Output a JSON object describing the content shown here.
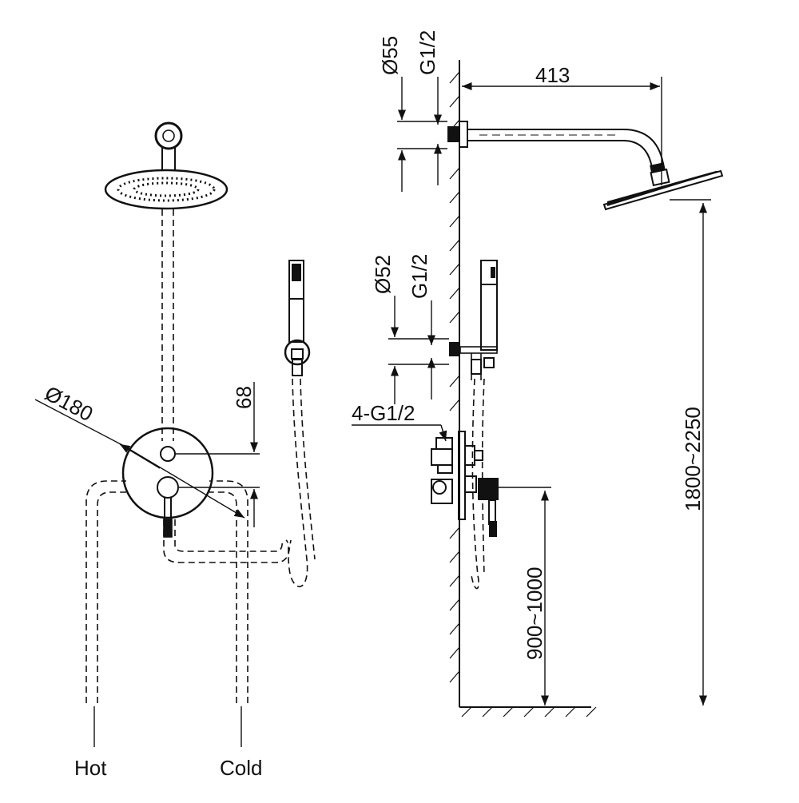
{
  "labels": {
    "top_diameter": "Ø55",
    "top_thread": "G1/2",
    "arm_length": "413",
    "mid_diameter": "Ø52",
    "mid_thread": "G1/2",
    "plate_diameter": "Ø180",
    "plate_spacing": "68",
    "ports": "4-G1/2",
    "head_height": "1800~2250",
    "valve_height": "900~1000",
    "hot": "Hot",
    "cold": "Cold"
  },
  "colors": {
    "line": "#111111",
    "background": "#ffffff"
  }
}
